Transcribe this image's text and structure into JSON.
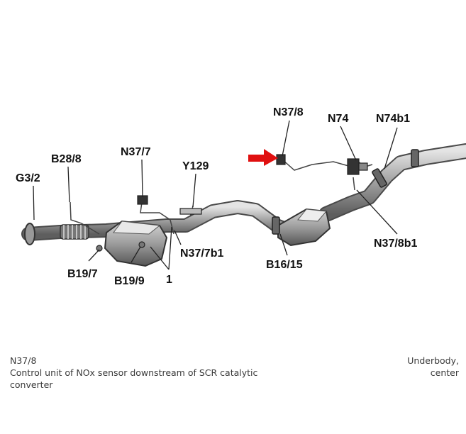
{
  "labels": {
    "g32": "G3/2",
    "b288": "B28/8",
    "n377": "N37/7",
    "y129": "Y129",
    "n378": "N37/8",
    "n74": "N74",
    "n74b1": "N74b1",
    "n377b1": "N37/7b1",
    "n378b1": "N37/8b1",
    "b1615": "B16/15",
    "b197": "B19/7",
    "b199": "B19/9",
    "one": "1"
  },
  "caption": {
    "code": "N37/8",
    "description_line1": "Control unit of NOx sensor downstream of SCR catalytic",
    "description_line2": "converter",
    "location_line1": "Underbody,",
    "location_line2": "center"
  },
  "colors": {
    "pointer_arrow": "#e01010",
    "pipe": "#a9a9a9",
    "leader": "#222222"
  }
}
